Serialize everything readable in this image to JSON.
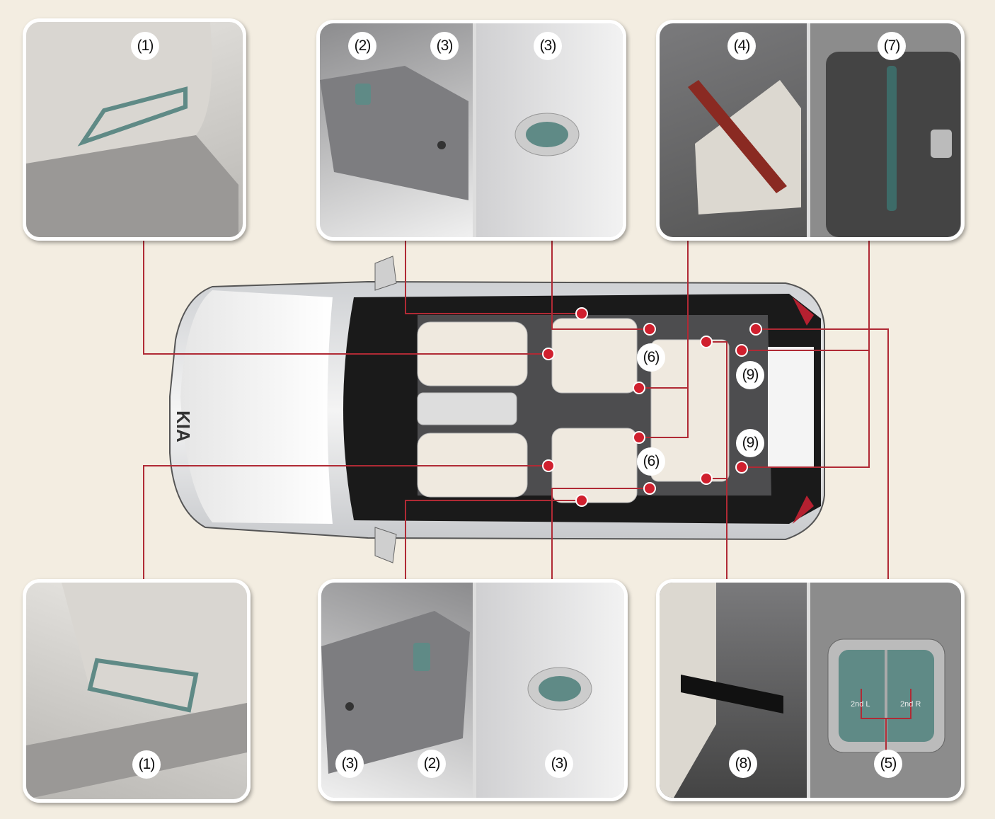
{
  "panels": {
    "top_left": {
      "labels": [
        "(1)"
      ]
    },
    "top_middle": {
      "labels": [
        "(2)",
        "(3)",
        "(3)"
      ]
    },
    "top_right": {
      "labels": [
        "(4)",
        "(7)"
      ]
    },
    "bottom_left": {
      "labels": [
        "(1)"
      ]
    },
    "bottom_middle": {
      "labels": [
        "(3)",
        "(2)",
        "(3)"
      ]
    },
    "bottom_right": {
      "labels": [
        "(8)",
        "(5)"
      ],
      "switch_labels": [
        "2nd L",
        "2nd R"
      ]
    }
  },
  "car": {
    "labels": [
      "(6)",
      "(6)",
      "(9)",
      "(9)"
    ]
  },
  "colors": {
    "background": "#f3ede1",
    "leader": "#b02a35",
    "dot": "#d0202e",
    "switch": "#5f8a86"
  }
}
